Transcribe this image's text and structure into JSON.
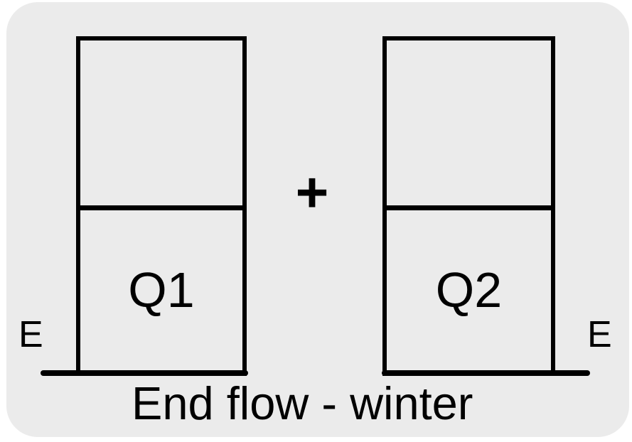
{
  "colors": {
    "panel_background": "#EBEBEB",
    "line_color": "#000000",
    "page_background": "#FFFFFF"
  },
  "diagram": {
    "blocks": [
      {
        "label": "Q1"
      },
      {
        "label": "Q2"
      }
    ],
    "operator": "+",
    "left_end_label": "E",
    "right_end_label": "E",
    "caption": "End flow - winter"
  }
}
